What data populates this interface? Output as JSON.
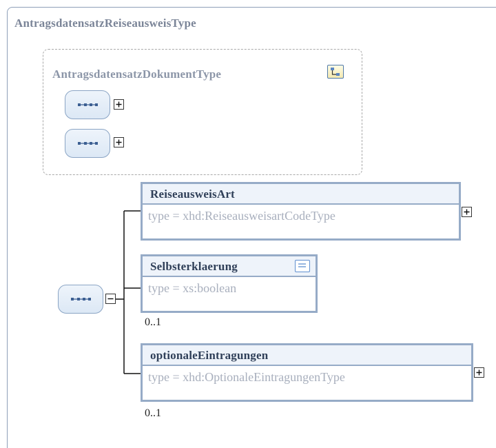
{
  "diagram": {
    "outer_type": {
      "title": "AntragsdatensatzReiseausweisType"
    },
    "extension": {
      "title": "AntragsdatensatzDokumentType",
      "icon": "complex-type-extension-icon"
    },
    "elements": [
      {
        "name": "ReiseausweisArt",
        "type": "type = xhd:ReiseausweisartCodeType",
        "occurrence": ""
      },
      {
        "name": "Selbsterklaerung",
        "type": "type = xs:boolean",
        "occurrence": "0..1",
        "icon": "documentation-icon"
      },
      {
        "name": "optionaleEintragungen",
        "type": "type = xhd:OptionaleEintragungenType",
        "occurrence": "0..1"
      }
    ],
    "colors": {
      "border": "#96abc7",
      "header_bg": "#eef3fa",
      "name_text": "#2f3f58",
      "type_text": "#a8afbd",
      "dashed_border": "#a8a8a8"
    }
  }
}
